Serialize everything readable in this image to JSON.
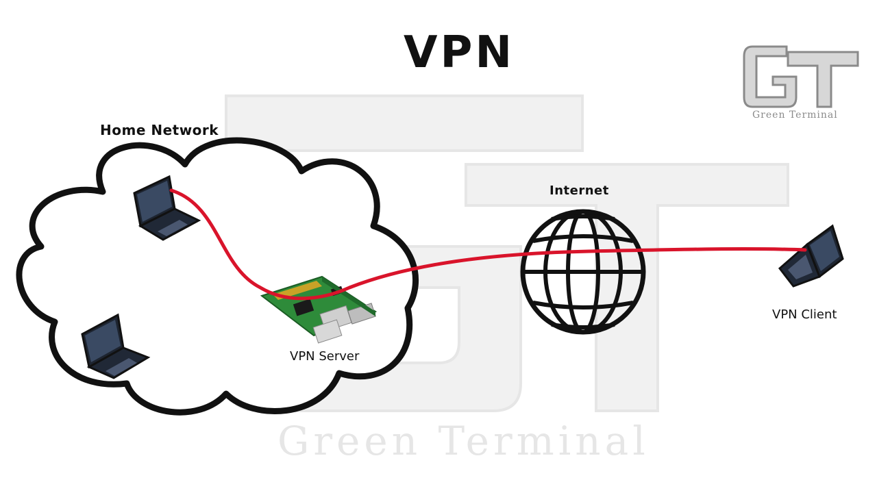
{
  "title": "VPN",
  "logo": {
    "letters": "GT",
    "caption": "Green Terminal"
  },
  "watermark": {
    "letters": "GT",
    "caption": "Green Terminal"
  },
  "labels": {
    "home_network": "Home Network",
    "internet": "Internet",
    "vpn_server": "VPN Server",
    "vpn_client": "VPN Client"
  },
  "icons": [
    "cloud-icon",
    "laptop-icon",
    "raspberry-pi-icon",
    "globe-icon"
  ],
  "colors": {
    "tunnel": "#d9142b",
    "outline": "#111111",
    "watermark": "#e8e8e8",
    "logo": "#8a8a8a",
    "board": "#2e8b3a"
  }
}
